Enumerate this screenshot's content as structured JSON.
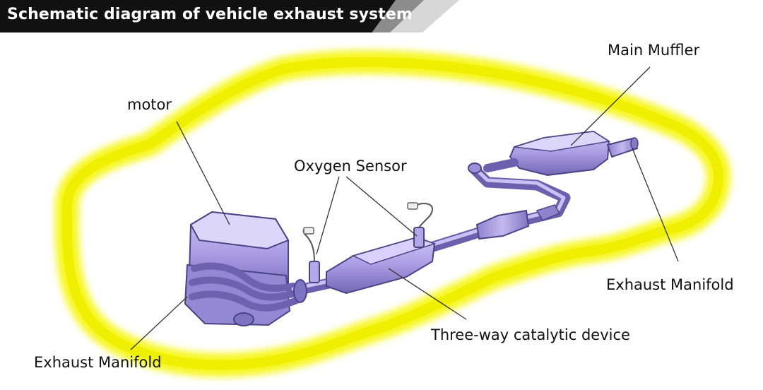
{
  "title": "Schematic diagram of vehicle exhaust system",
  "labels": {
    "motor": "motor",
    "oxygen_sensor": "Oxygen Sensor",
    "main_muffler": "Main Muffler",
    "exhaust_manifold_right": "Exhaust Manifold",
    "catalytic_device": "Three-way catalytic device",
    "exhaust_manifold_left": "Exhaust Manifold"
  },
  "colors": {
    "car_outline_glow": "#f2f200",
    "component_fill": "#a99ce3",
    "title_background": "#111111",
    "title_text": "#ffffff",
    "label_text": "#111111"
  }
}
